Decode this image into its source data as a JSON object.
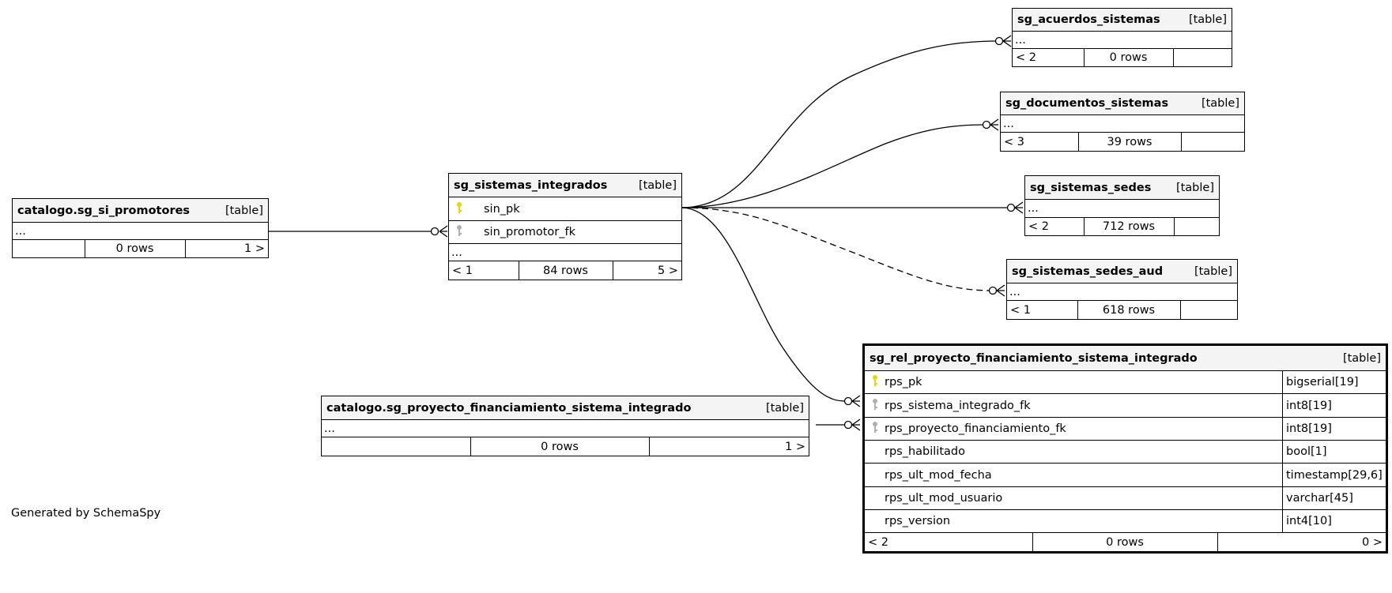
{
  "credit": "Generated by SchemaSpy",
  "tables": {
    "promotores": {
      "name": "catalogo.sg_si_promotores",
      "tag": "[table]",
      "ellipsis": "...",
      "parents": "",
      "rows": "0 rows",
      "children": "1 >"
    },
    "integrados": {
      "name": "sg_sistemas_integrados",
      "tag": "[table]",
      "columns": [
        {
          "name": "sin_pk",
          "key": "primary"
        },
        {
          "name": "sin_promotor_fk",
          "key": "foreign"
        }
      ],
      "ellipsis": "...",
      "parents": "< 1",
      "rows": "84 rows",
      "children": "5 >"
    },
    "acuerdos": {
      "name": "sg_acuerdos_sistemas",
      "tag": "[table]",
      "ellipsis": "...",
      "parents": "< 2",
      "rows": "0 rows",
      "children": ""
    },
    "documentos": {
      "name": "sg_documentos_sistemas",
      "tag": "[table]",
      "ellipsis": "...",
      "parents": "< 3",
      "rows": "39 rows",
      "children": ""
    },
    "sedes": {
      "name": "sg_sistemas_sedes",
      "tag": "[table]",
      "ellipsis": "...",
      "parents": "< 2",
      "rows": "712 rows",
      "children": ""
    },
    "sedes_aud": {
      "name": "sg_sistemas_sedes_aud",
      "tag": "[table]",
      "ellipsis": "...",
      "parents": "< 1",
      "rows": "618 rows",
      "children": ""
    },
    "proyecto": {
      "name": "catalogo.sg_proyecto_financiamiento_sistema_integrado",
      "tag": "[table]",
      "ellipsis": "...",
      "parents": "",
      "rows": "0 rows",
      "children": "1 >"
    },
    "rel": {
      "name": "sg_rel_proyecto_financiamiento_sistema_integrado",
      "tag": "[table]",
      "columns": [
        {
          "name": "rps_pk",
          "type": "bigserial[19]",
          "key": "primary"
        },
        {
          "name": "rps_sistema_integrado_fk",
          "type": "int8[19]",
          "key": "foreign"
        },
        {
          "name": "rps_proyecto_financiamiento_fk",
          "type": "int8[19]",
          "key": "foreign"
        },
        {
          "name": "rps_habilitado",
          "type": "bool[1]",
          "key": ""
        },
        {
          "name": "rps_ult_mod_fecha",
          "type": "timestamp[29,6]",
          "key": ""
        },
        {
          "name": "rps_ult_mod_usuario",
          "type": "varchar[45]",
          "key": ""
        },
        {
          "name": "rps_version",
          "type": "int4[10]",
          "key": ""
        }
      ],
      "parents": "< 2",
      "rows": "0 rows",
      "children": "0 >"
    }
  },
  "colors": {
    "primary_key": "#e6d800",
    "foreign_key": "#b0b0b0",
    "header_bg": "#f4f4f4",
    "line": "#000000"
  },
  "relationships": [
    {
      "from": "promotores",
      "to": "integrados",
      "style": "solid",
      "notation": "zero-or-many"
    },
    {
      "from": "integrados",
      "to": "acuerdos",
      "style": "solid",
      "notation": "zero-or-many"
    },
    {
      "from": "integrados",
      "to": "documentos",
      "style": "solid",
      "notation": "zero-or-many"
    },
    {
      "from": "integrados",
      "to": "sedes",
      "style": "solid",
      "notation": "zero-or-many"
    },
    {
      "from": "integrados",
      "to": "sedes_aud",
      "style": "dashed",
      "notation": "zero-or-many"
    },
    {
      "from": "integrados",
      "to": "rel",
      "style": "solid",
      "notation": "zero-or-many"
    },
    {
      "from": "proyecto",
      "to": "rel",
      "style": "solid",
      "notation": "zero-or-many"
    }
  ]
}
